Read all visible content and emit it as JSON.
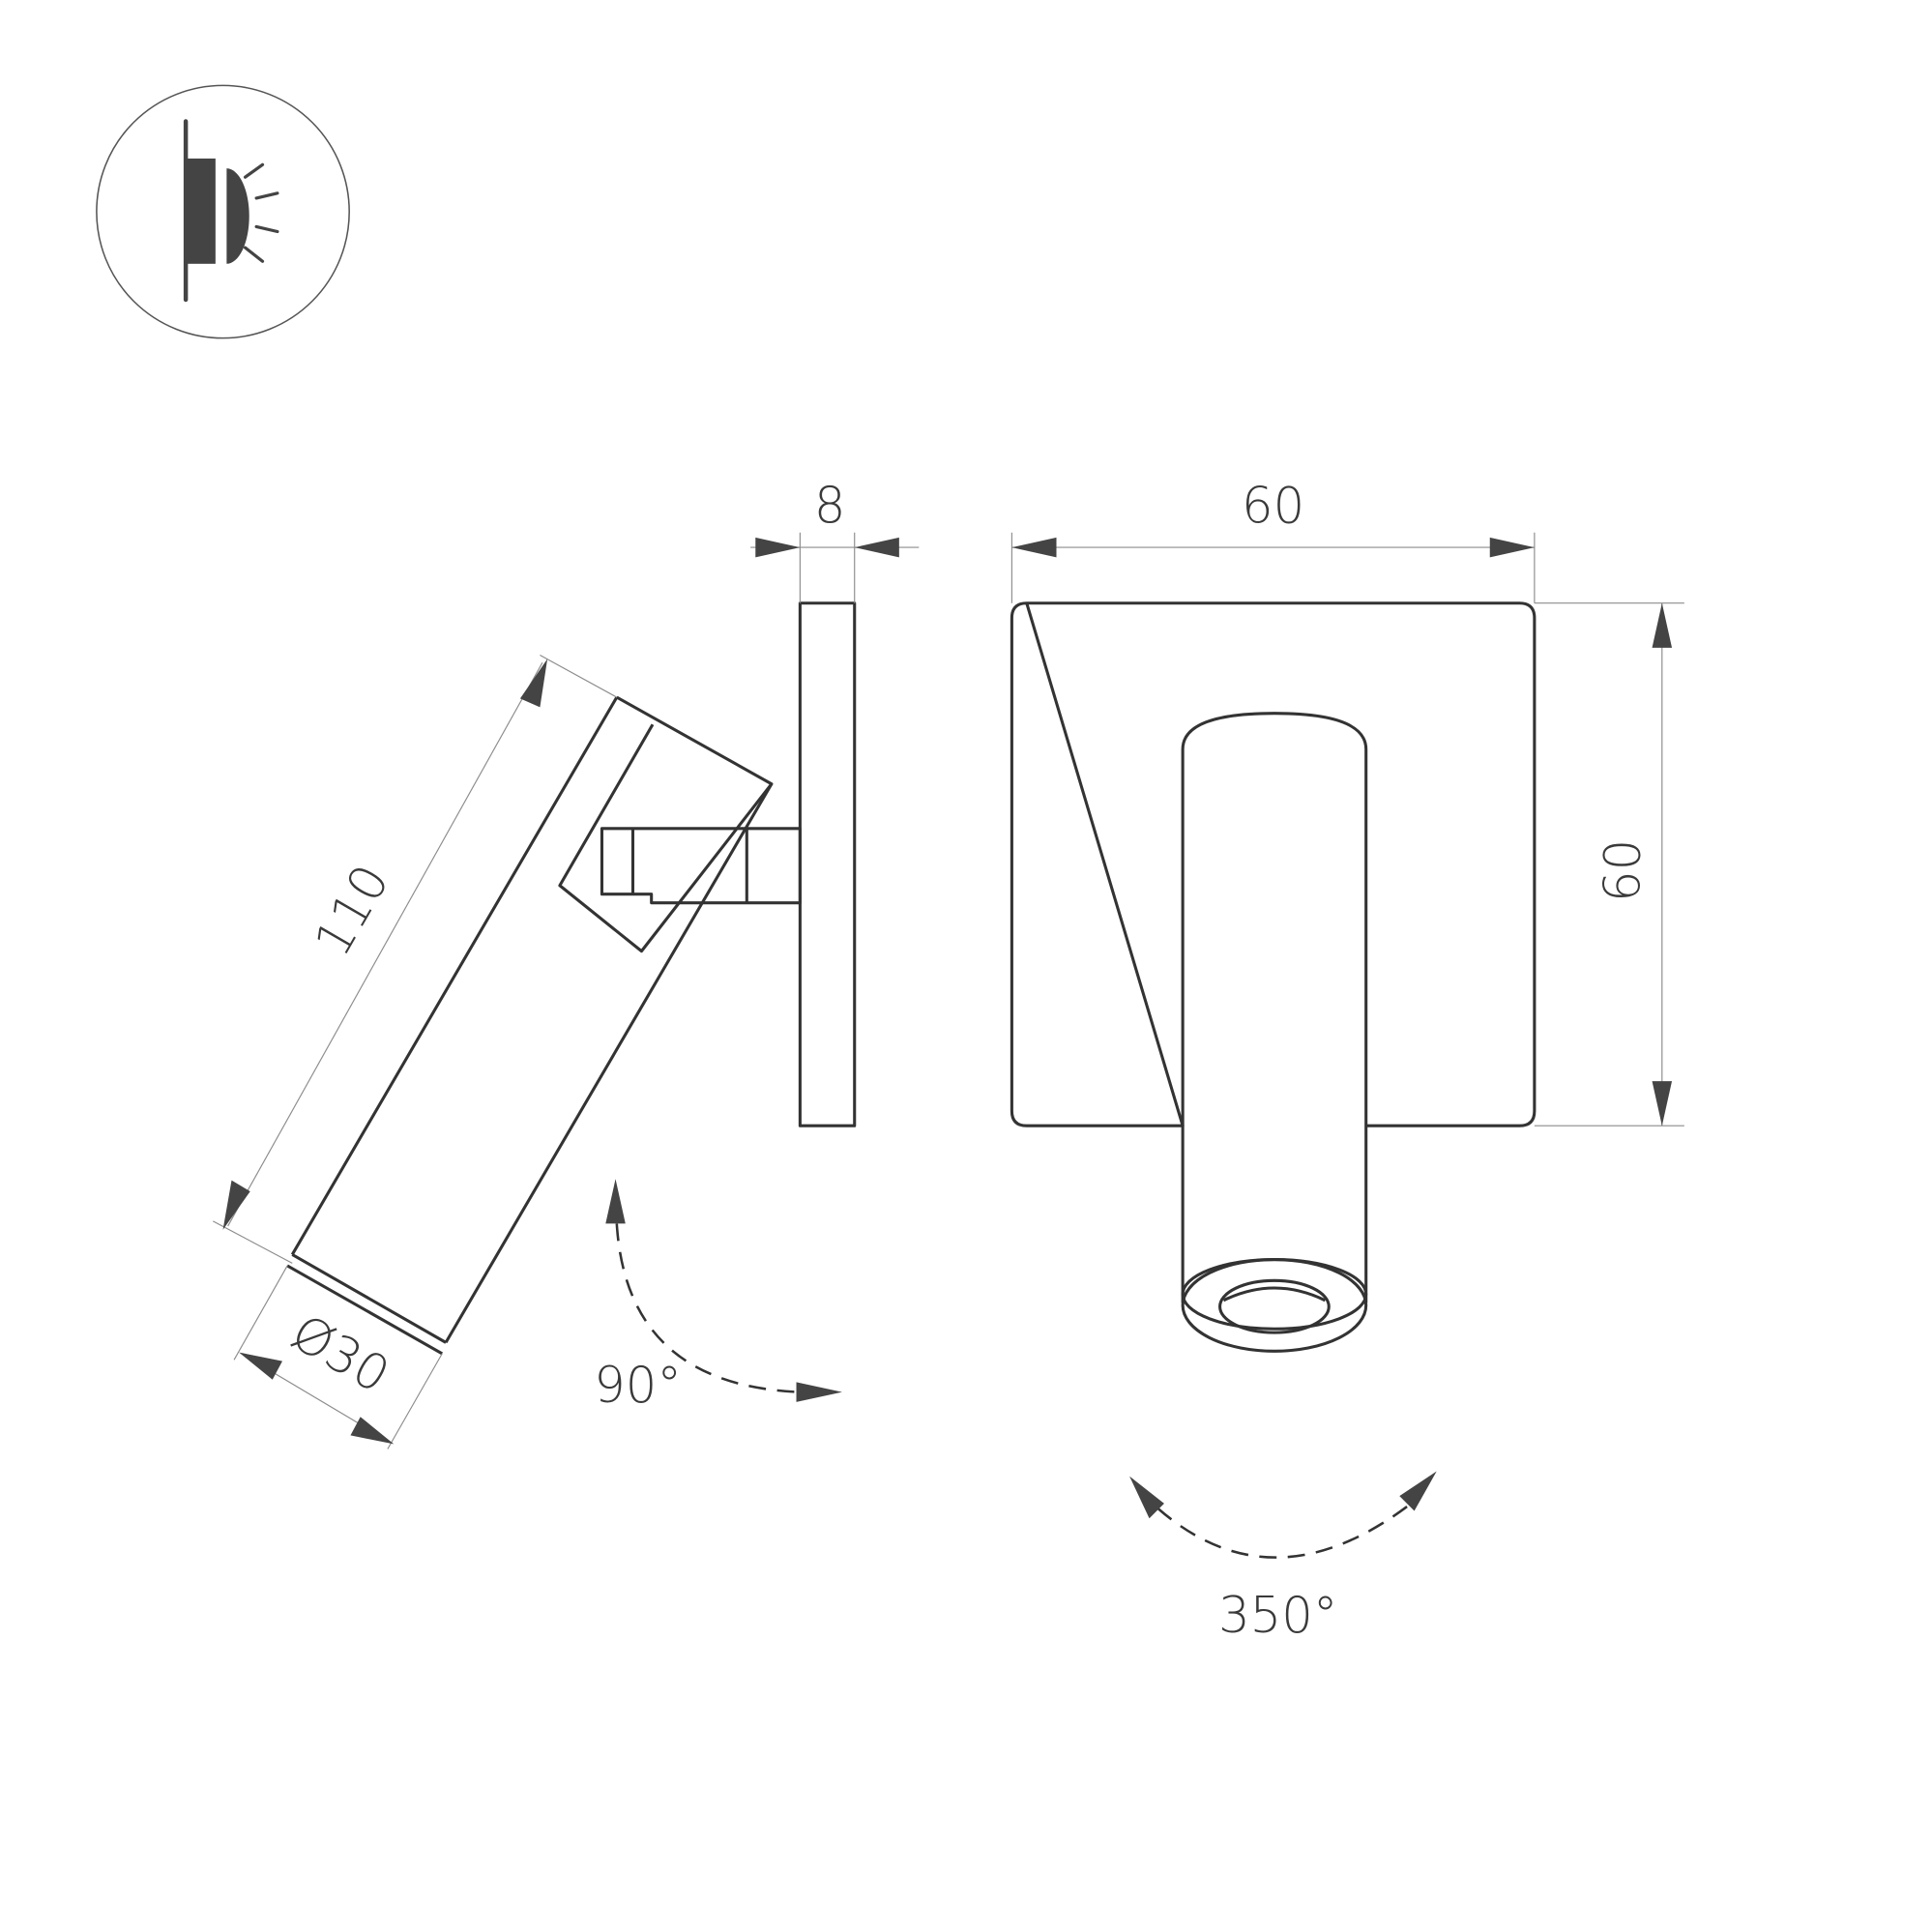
{
  "drawing": {
    "type": "technical dimension drawing",
    "subject": "adjustable wall spot light",
    "icon": {
      "name": "wall-light-icon",
      "description": "wall-mounted luminaire emitting light"
    },
    "side_view": {
      "dimensions": {
        "length": "110",
        "diameter": "Ø30",
        "plate_thickness": "8"
      },
      "tilt_angle": "90°"
    },
    "front_view": {
      "dimensions": {
        "plate_width": "60",
        "plate_height": "60"
      },
      "rotation_angle": "350°"
    },
    "colors": {
      "line": "#333333",
      "dimension_line": "#8c8c8c",
      "arrow": "#444444",
      "background": "#ffffff"
    }
  }
}
